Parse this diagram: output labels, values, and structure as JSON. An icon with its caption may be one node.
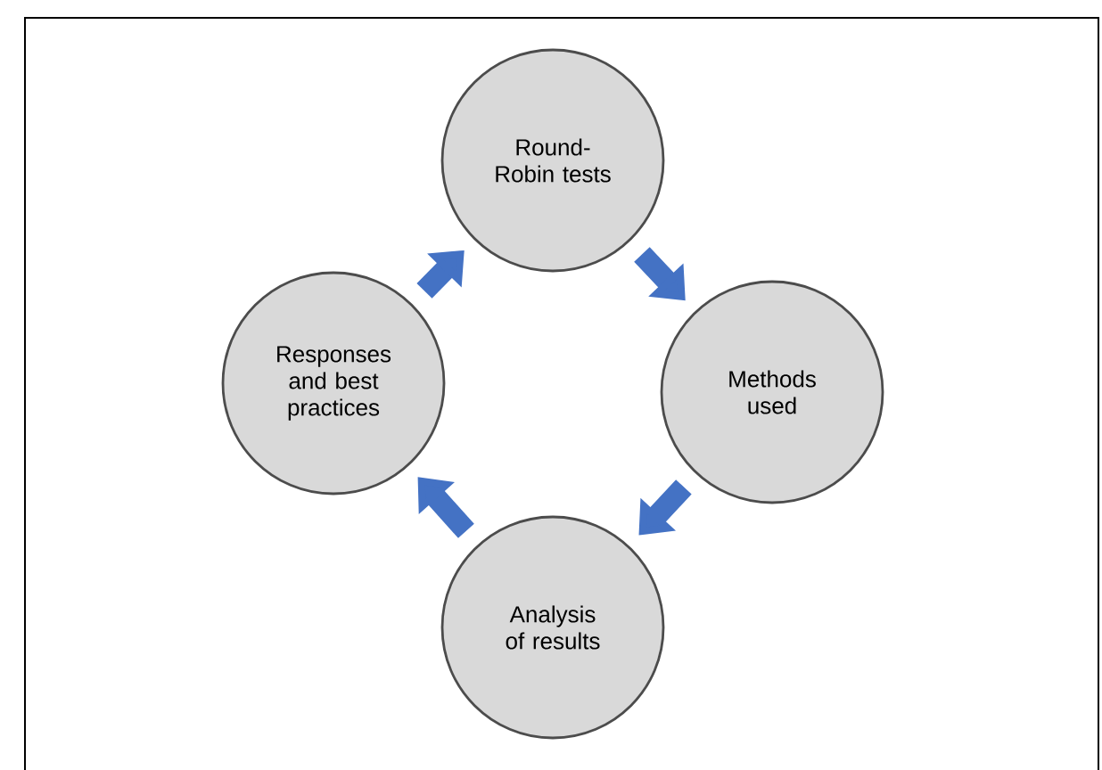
{
  "diagram": {
    "nodes": [
      {
        "text": [
          "Round- Robin tests"
        ]
      },
      {
        "text": [
          "Methods used"
        ]
      },
      {
        "text": [
          "Analysis of results"
        ]
      },
      {
        "text": [
          "Responses and best practices"
        ]
      }
    ],
    "edges": [
      {
        "from": 0,
        "to": 1,
        "arrow": "to"
      },
      {
        "from": 1,
        "to": 2,
        "arrow": "to"
      },
      {
        "from": 2,
        "to": 3,
        "arrow": "to"
      },
      {
        "from": 3,
        "to": 0,
        "arrow": "to"
      }
    ]
  }
}
